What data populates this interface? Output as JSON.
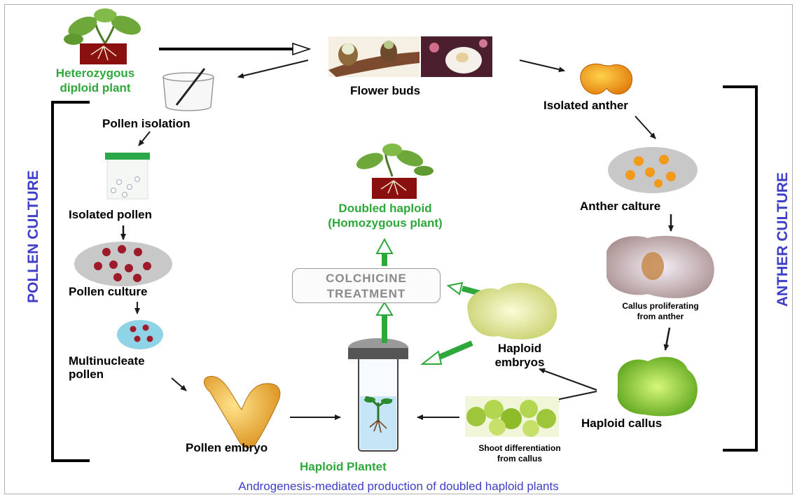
{
  "labels": {
    "heterozygous": "Heterozygous\ndiploid plant",
    "flower_buds": "Flower buds",
    "isolated_anther": "Isolated anther",
    "pollen_isolation": "Pollen isolation",
    "isolated_pollen": "Isolated pollen",
    "pollen_culture": "Pollen culture",
    "multinucleate": "Multinucleate\npollen",
    "pollen_embryo": "Pollen embryo",
    "haploid_plantet": "Haploid Plantet",
    "doubled_haploid": "Doubled haploid\n(Homozygous plant)",
    "colchicine": "COLCHICINE\nTREATMENT",
    "haploid_embryos": "Haploid\nembryos",
    "anther_calture": "Anther calture",
    "callus_proliferating": "Callus proliferating\nfrom anther",
    "haploid_callus": "Haploid callus",
    "shoot_diff": "Shoot differentiation\nfrom callus"
  },
  "side_labels": {
    "left": "POLLEN CULTURE",
    "right": "ANTHER CULTURE"
  },
  "caption": "Androgenesis-mediated production of doubled haploid plants",
  "colors": {
    "green": "#2ea83a",
    "blue": "#3e3ec8",
    "arrow": "#1a1a1a",
    "green_arrow": "#2ea83a",
    "pot": "#8a0f0f"
  }
}
